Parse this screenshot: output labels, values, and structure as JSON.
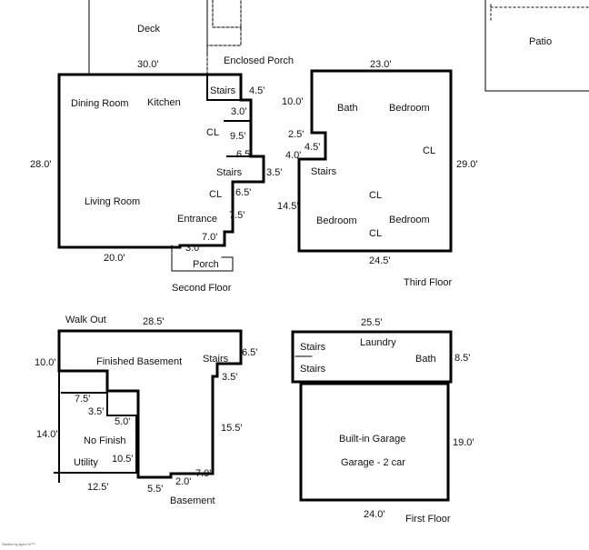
{
  "outdoor": {
    "deck": "Deck",
    "enclosed_porch": "Enclosed Porch",
    "patio": "Patio"
  },
  "second_floor": {
    "title": "Second Floor",
    "rooms": {
      "dining_room": "Dining Room",
      "kitchen": "Kitchen",
      "living_room": "Living Room",
      "entrance": "Entrance",
      "porch": "Porch",
      "stairs_upper": "Stairs",
      "stairs_lower": "Stairs",
      "closet_1": "CL",
      "closet_2": "CL"
    },
    "dims": {
      "top": "30.0'",
      "stairs_w": "4.5'",
      "notch_1": "3.0'",
      "cl_len": "9.5'",
      "notch_2": "6.5'",
      "stairs_depth": "3.5'",
      "notch_3": "6.5'",
      "entrance_len": "7.5'",
      "porch_w": "7.0'",
      "porch_d": "3.0'",
      "left": "28.0'",
      "bottom": "20.0'"
    }
  },
  "third_floor": {
    "title": "Third Floor",
    "rooms": {
      "bath": "Bath",
      "bedroom_1": "Bedroom",
      "bedroom_2": "Bedroom",
      "bedroom_3": "Bedroom",
      "stairs": "Stairs",
      "closet_1": "CL",
      "closet_2": "CL",
      "closet_3": "CL"
    },
    "dims": {
      "top": "23.0'",
      "left_upper": "10.0'",
      "notch_1": "2.5'",
      "notch_2": "4.5'",
      "notch_3": "4.0'",
      "left_lower": "14.5'",
      "right": "29.0'",
      "bottom": "24.5'"
    }
  },
  "basement": {
    "title": "Basement",
    "walk_out": "Walk Out",
    "rooms": {
      "finished": "Finished Basement",
      "stairs": "Stairs",
      "no_finish": "No Finish",
      "utility": "Utility"
    },
    "dims": {
      "top": "28.5'",
      "left_upper": "10.0'",
      "stairs_w": "6.5'",
      "stairs_d": "3.5'",
      "u_1": "7.5'",
      "u_2": "3.5'",
      "u_3": "5.0'",
      "left_lower": "14.0'",
      "u_4": "10.5'",
      "right_lower": "15.5'",
      "step_1": "7.0'",
      "step_2": "2.0'",
      "bottom_1": "5.5'",
      "bottom_2": "12.5'"
    }
  },
  "first_floor": {
    "title": "First Floor",
    "rooms": {
      "stairs_1": "Stairs",
      "stairs_2": "Stairs",
      "laundry": "Laundry",
      "bath": "Bath",
      "garage": "Built-in Garage",
      "garage_sub": "Garage - 2 car"
    },
    "dims": {
      "top": "25.5'",
      "right_upper": "8.5'",
      "right_lower": "19.0'",
      "bottom": "24.0'"
    }
  },
  "footer": "Sketch by Apex IV™"
}
